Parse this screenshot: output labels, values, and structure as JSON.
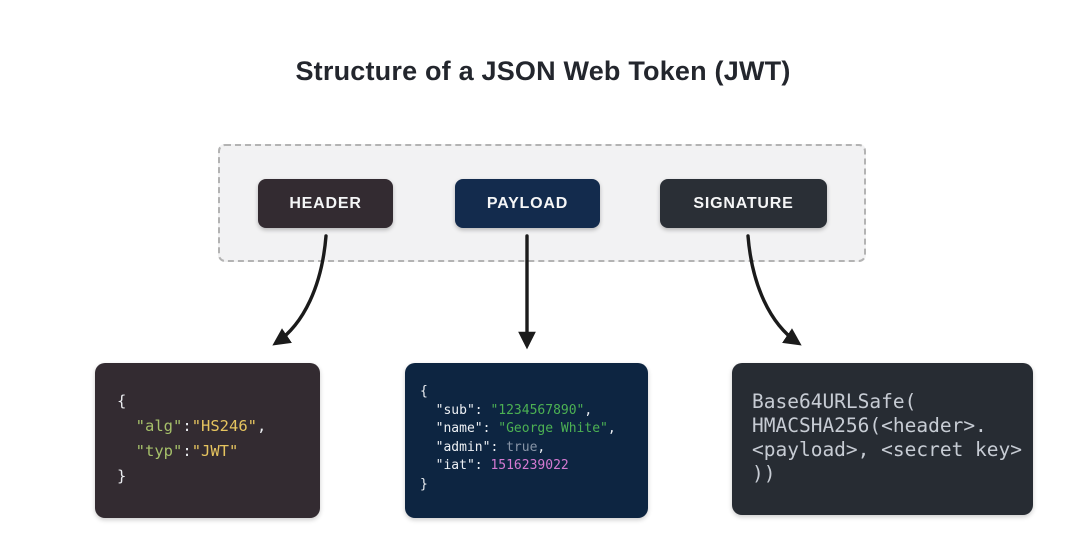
{
  "title": "Structure of a JSON Web Token (JWT)",
  "token_bar": {
    "buttons": [
      {
        "id": "header",
        "label": "HEADER",
        "bg": "#332b31"
      },
      {
        "id": "payload",
        "label": "PAYLOAD",
        "bg": "#132b4d"
      },
      {
        "id": "signature",
        "label": "SIGNATURE",
        "bg": "#2a2f36"
      }
    ]
  },
  "arrows": {
    "color": "#1b1b1b"
  },
  "panel": {
    "bg": "#f2f2f3",
    "border": "#b3b3b3"
  },
  "syntax_colors": {
    "header_key": "#a6c06a",
    "header_value": "#e6c45f",
    "header_punct": "#ebedf0",
    "payload_key": "#edf0f4",
    "payload_string": "#4cb153",
    "payload_boolean": "#8895a7",
    "payload_number": "#d47ad2",
    "signature_text": "#c7ccd4"
  },
  "code_blocks": [
    {
      "id": "header-json",
      "bg": "#332b31",
      "lines": [
        [
          {
            "c": "punct",
            "t": "{"
          }
        ],
        [
          {
            "c": "punct",
            "t": "  "
          },
          {
            "c": "key",
            "t": "\"alg\""
          },
          {
            "c": "punct",
            "t": ":"
          },
          {
            "c": "value",
            "t": "\"HS246\""
          },
          {
            "c": "punct",
            "t": ","
          }
        ],
        [
          {
            "c": "punct",
            "t": "  "
          },
          {
            "c": "key",
            "t": "\"typ\""
          },
          {
            "c": "punct",
            "t": ":"
          },
          {
            "c": "value",
            "t": "\"JWT\""
          }
        ],
        [
          {
            "c": "punct",
            "t": "}"
          }
        ]
      ]
    },
    {
      "id": "payload-json",
      "bg": "#0d2541",
      "lines": [
        [
          {
            "c": "punct",
            "t": "{"
          }
        ],
        [
          {
            "c": "punct",
            "t": "  "
          },
          {
            "c": "key",
            "t": "\"sub\""
          },
          {
            "c": "punct",
            "t": ": "
          },
          {
            "c": "string",
            "t": "\"1234567890\""
          },
          {
            "c": "punct",
            "t": ","
          }
        ],
        [
          {
            "c": "punct",
            "t": "  "
          },
          {
            "c": "key",
            "t": "\"name\""
          },
          {
            "c": "punct",
            "t": ": "
          },
          {
            "c": "string",
            "t": "\"George White\""
          },
          {
            "c": "punct",
            "t": ","
          }
        ],
        [
          {
            "c": "punct",
            "t": "  "
          },
          {
            "c": "key",
            "t": "\"admin\""
          },
          {
            "c": "punct",
            "t": ": "
          },
          {
            "c": "boolean",
            "t": "true"
          },
          {
            "c": "punct",
            "t": ","
          }
        ],
        [
          {
            "c": "punct",
            "t": "  "
          },
          {
            "c": "key",
            "t": "\"iat\""
          },
          {
            "c": "punct",
            "t": ": "
          },
          {
            "c": "number",
            "t": "1516239022"
          }
        ],
        [
          {
            "c": "punct",
            "t": "}"
          }
        ]
      ]
    },
    {
      "id": "signature-code",
      "bg": "#272c33",
      "lines": [
        [
          {
            "c": "text",
            "t": "Base64URLSafe("
          }
        ],
        [
          {
            "c": "text",
            "t": "HMACSHA256(<header>."
          }
        ],
        [
          {
            "c": "text",
            "t": "<payload>, <secret key>"
          }
        ],
        [
          {
            "c": "text",
            "t": "))"
          }
        ]
      ]
    }
  ]
}
